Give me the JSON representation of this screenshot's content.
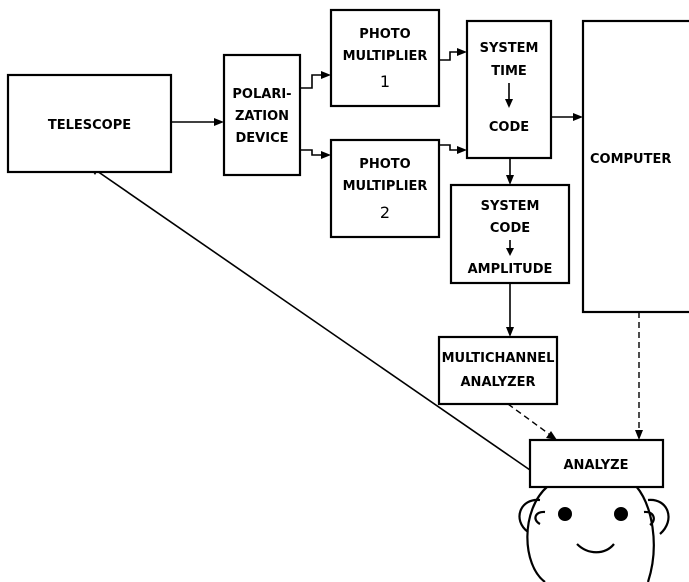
{
  "boxes": {
    "telescope": {
      "lines": [
        "TELESCOPE"
      ]
    },
    "polarization": {
      "lines": [
        "POLARI-",
        "ZATION",
        "DEVICE"
      ]
    },
    "pm1": {
      "lines": [
        "PHOTO",
        "MULTIPLIER",
        "1"
      ]
    },
    "pm2": {
      "lines": [
        "PHOTO",
        "MULTIPLIER",
        "2"
      ]
    },
    "stc": {
      "top": [
        "SYSTEM",
        "TIME"
      ],
      "bottom": "CODE"
    },
    "sca": {
      "top": [
        "SYSTEM",
        "CODE"
      ],
      "bottom": "AMPLITUDE"
    },
    "computer": {
      "lines": [
        "COMPUTER"
      ]
    },
    "mca": {
      "lines": [
        "MULTICHANNEL",
        "ANALYZER"
      ]
    },
    "analyze": {
      "lines": [
        "ANALYZE"
      ]
    }
  },
  "connections": [
    {
      "from": "telescope",
      "to": "polarization",
      "style": "solid"
    },
    {
      "from": "polarization",
      "to": "pm1",
      "style": "solid"
    },
    {
      "from": "polarization",
      "to": "pm2",
      "style": "solid"
    },
    {
      "from": "pm1",
      "to": "stc",
      "style": "solid"
    },
    {
      "from": "pm2",
      "to": "stc",
      "style": "solid"
    },
    {
      "from": "stc",
      "to": "computer",
      "style": "solid"
    },
    {
      "from": "stc",
      "to": "sca",
      "style": "solid"
    },
    {
      "from": "sca",
      "to": "mca",
      "style": "solid"
    },
    {
      "from": "mca",
      "to": "analyze",
      "style": "dashed"
    },
    {
      "from": "computer",
      "to": "analyze",
      "style": "dashed"
    },
    {
      "from": "analyze",
      "to": "telescope",
      "style": "solid"
    }
  ]
}
